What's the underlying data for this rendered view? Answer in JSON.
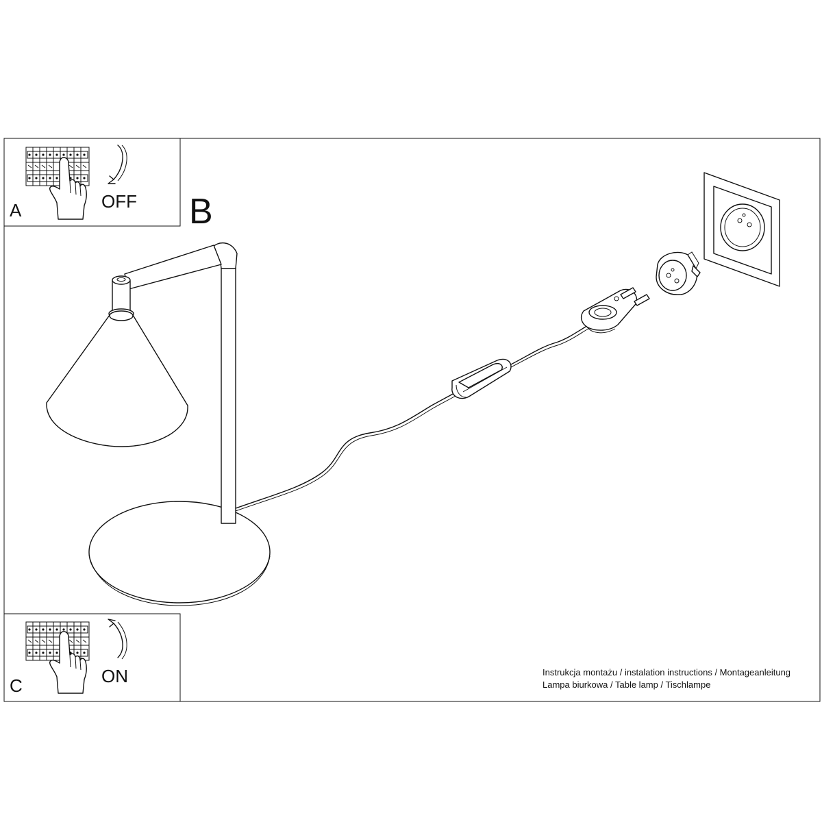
{
  "steps": {
    "a": {
      "letter": "A",
      "word": "OFF"
    },
    "b": {
      "letter": "B"
    },
    "c": {
      "letter": "C",
      "word": "ON"
    }
  },
  "footer": {
    "line1": "Instrukcja montażu / instalation instructions / Montageanleitung",
    "line2": "Lampa biurkowa / Table lamp / Tischlampe"
  },
  "icons": [
    "circuit-breaker-icon",
    "hand-icon",
    "arrow-down-icon",
    "arrow-up-icon",
    "socket-icon",
    "adapter-icon",
    "plug-icon",
    "switch-icon"
  ]
}
